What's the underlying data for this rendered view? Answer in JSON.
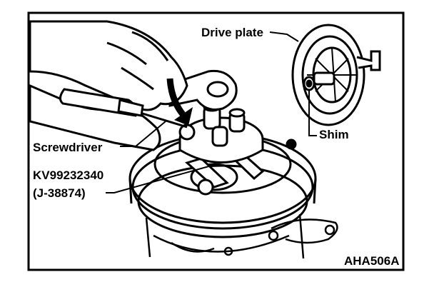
{
  "figure": {
    "labels": {
      "drive_plate": "Drive plate",
      "shim": "Shim",
      "screwdriver": "Screwdriver",
      "tool_number": "KV99232340",
      "tool_alt_number": "(J-38874)"
    },
    "figure_code": "AHA506A"
  }
}
